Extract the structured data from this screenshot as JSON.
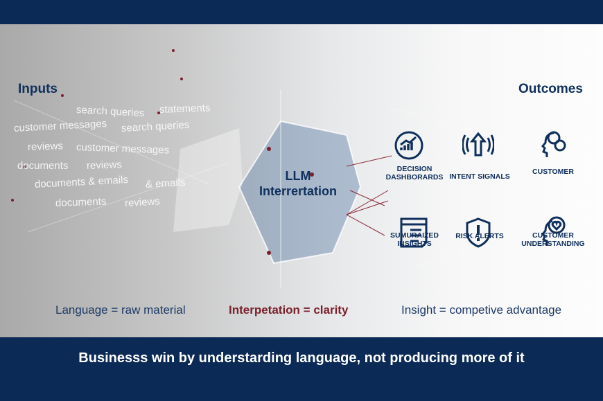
{
  "headings": {
    "inputs": "Inputs",
    "outcomes": "Outcomes"
  },
  "input_words": [
    "search queries",
    "customer messages",
    "customer messages",
    "reviews",
    "documents",
    "documents & emails",
    "documents",
    "reviews",
    "search queries",
    "statements",
    "reviews",
    "& emails"
  ],
  "center": {
    "line1": "LLM",
    "line2": "Interrertation"
  },
  "outcomes": [
    {
      "label": "DECISION DASHBORARDS",
      "icon": "dashboard-gauge-icon"
    },
    {
      "label": "INTENT SIGNALS",
      "icon": "signal-arrow-icon"
    },
    {
      "label": "CUSTOMER",
      "icon": "customer-chat-icon"
    },
    {
      "label": "SUMURAIZED INSIGHTS",
      "icon": "document-list-icon"
    },
    {
      "label": "RISK ALERTS",
      "icon": "shield-alert-icon"
    },
    {
      "label": "CUSTOMER UNDERSTANDING",
      "icon": "head-heart-icon"
    }
  ],
  "captions": {
    "left": "Language = raw material",
    "center": "Interpetation = clarity",
    "right": "Insight = competive advantage"
  },
  "tagline": "Businesss win by understarding language, not producing more of it",
  "colors": {
    "navy": "#0b2a55",
    "maroon": "#7a1f2b",
    "accent_text": "#0f2f5c"
  }
}
